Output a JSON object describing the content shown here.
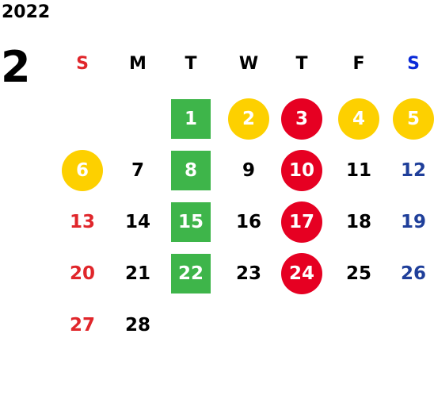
{
  "calendar": {
    "year": "2022",
    "month": "2",
    "weekdays": [
      "S",
      "M",
      "T",
      "W",
      "T",
      "F",
      "S"
    ],
    "weekday_colors": [
      "#e0262b",
      "#000000",
      "#000000",
      "#000000",
      "#000000",
      "#000000",
      "#0a2ad8"
    ],
    "colors": {
      "sunday": "#e0262b",
      "saturday": "#1f3f9a",
      "weekday": "#000000",
      "yellow_mark": "#fdd000",
      "red_mark": "#e60022",
      "green_mark": "#3eb54a"
    },
    "weeks": [
      [
        null,
        null,
        {
          "d": "1",
          "mark": "square-green"
        },
        {
          "d": "2",
          "mark": "circle-yellow"
        },
        {
          "d": "3",
          "mark": "circle-red"
        },
        {
          "d": "4",
          "mark": "circle-yellow"
        },
        {
          "d": "5",
          "mark": "circle-yellow"
        }
      ],
      [
        {
          "d": "6",
          "mark": "circle-yellow"
        },
        {
          "d": "7"
        },
        {
          "d": "8",
          "mark": "square-green"
        },
        {
          "d": "9"
        },
        {
          "d": "10",
          "mark": "circle-red"
        },
        {
          "d": "11"
        },
        {
          "d": "12"
        }
      ],
      [
        {
          "d": "13"
        },
        {
          "d": "14"
        },
        {
          "d": "15",
          "mark": "square-green"
        },
        {
          "d": "16"
        },
        {
          "d": "17",
          "mark": "circle-red"
        },
        {
          "d": "18"
        },
        {
          "d": "19"
        }
      ],
      [
        {
          "d": "20"
        },
        {
          "d": "21"
        },
        {
          "d": "22",
          "mark": "square-green"
        },
        {
          "d": "23"
        },
        {
          "d": "24",
          "mark": "circle-red"
        },
        {
          "d": "25"
        },
        {
          "d": "26"
        }
      ],
      [
        {
          "d": "27"
        },
        {
          "d": "28"
        },
        null,
        null,
        null,
        null,
        null
      ]
    ]
  }
}
